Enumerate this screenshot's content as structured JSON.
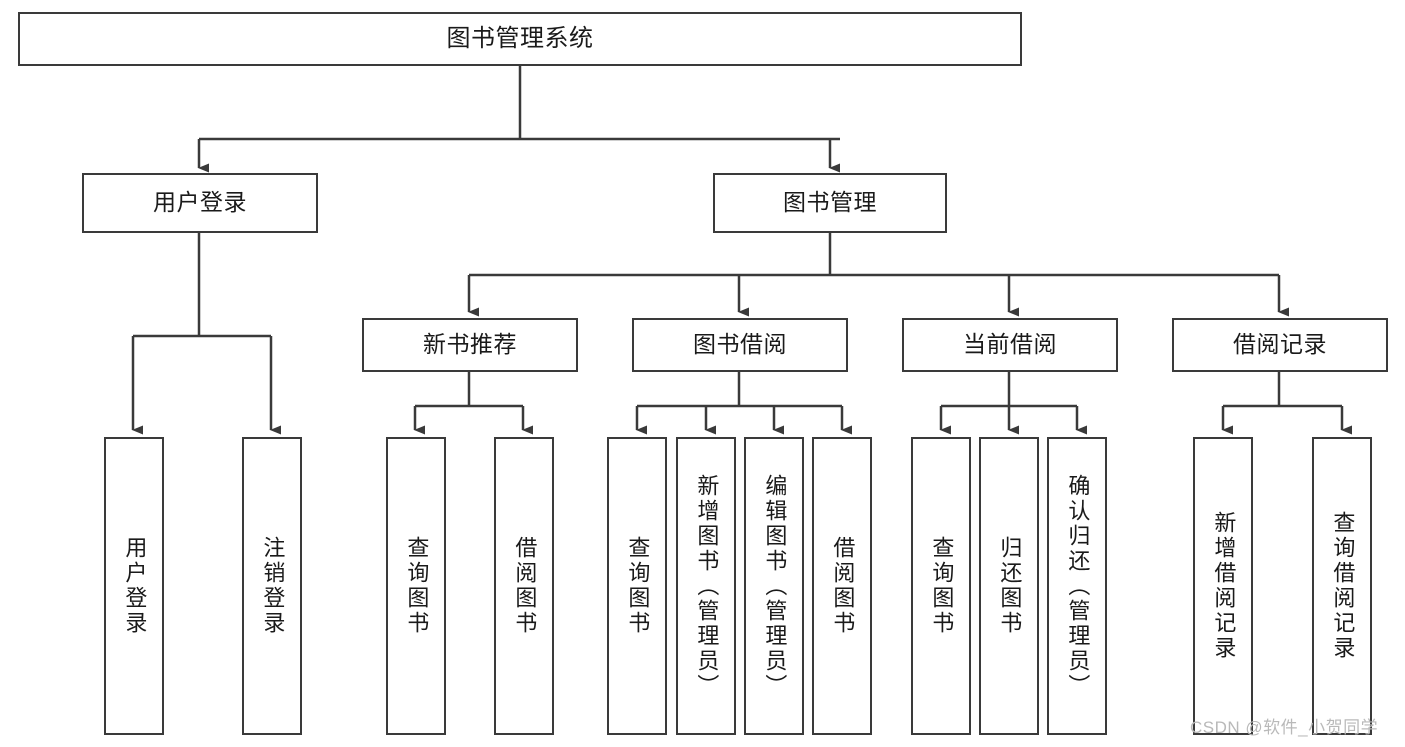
{
  "diagram": {
    "title": "图书管理系统",
    "type": "hierarchical-tree",
    "levels": 4,
    "root": {
      "label": "图书管理系统"
    },
    "level1": [
      {
        "label": "用户登录"
      },
      {
        "label": "图书管理"
      }
    ],
    "level2": [
      {
        "label": "新书推荐"
      },
      {
        "label": "图书借阅"
      },
      {
        "label": "当前借阅"
      },
      {
        "label": "借阅记录"
      }
    ],
    "leaves": {
      "user_login": [
        {
          "label": "用户登录"
        },
        {
          "label": "注销登录"
        }
      ],
      "new_book_recommend": [
        {
          "label": "查询图书"
        },
        {
          "label": "借阅图书"
        }
      ],
      "book_borrow": [
        {
          "label": "查询图书"
        },
        {
          "label": "新增图书（管理员）"
        },
        {
          "label": "编辑图书（管理员）"
        },
        {
          "label": "借阅图书"
        }
      ],
      "current_borrow": [
        {
          "label": "查询图书"
        },
        {
          "label": "归还图书"
        },
        {
          "label": "确认归还（管理员）"
        }
      ],
      "borrow_record": [
        {
          "label": "新增借阅记录"
        },
        {
          "label": "查询借阅记录"
        }
      ]
    }
  },
  "watermark": {
    "text": "CSDN @软件_小贺同学"
  },
  "colors": {
    "stroke": "#3a3a3a",
    "background": "#ffffff",
    "text": "#1a1a1a",
    "watermark": "#b9b9b9"
  }
}
